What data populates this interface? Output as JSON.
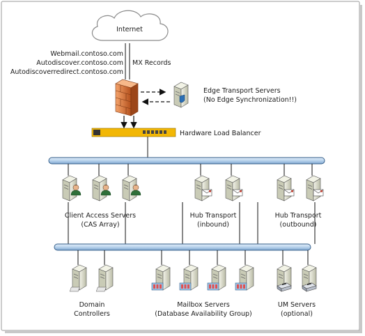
{
  "cloud": {
    "label": "Internet"
  },
  "dns": {
    "left": [
      "Webmail.contoso.com",
      "Autodiscover.contoso.com",
      "Autodiscoverredirect.contoso.com"
    ],
    "right": "MX Records"
  },
  "edge": {
    "line1": "Edge Transport Servers",
    "line2": "(No Edge Synchronization!!)"
  },
  "load_balancer": {
    "label": "Hardware Load Balancer"
  },
  "cas": {
    "line1": "Client Access Servers",
    "line2": "(CAS Array)"
  },
  "hub_in": {
    "line1": "Hub Transport",
    "line2": "(inbound)"
  },
  "hub_out": {
    "line1": "Hub Transport",
    "line2": "(outbound)"
  },
  "dc": {
    "line1": "Domain",
    "line2": "Controllers"
  },
  "mbx": {
    "line1": "Mailbox Servers",
    "line2": "(Database Availability Group)"
  },
  "um": {
    "line1": "UM Servers",
    "line2": "(optional)"
  },
  "colors": {
    "bus": "#b8d3ec",
    "firewall": "#e07b39",
    "load_balancer": "#f2b705",
    "server": "#d9dcc8"
  }
}
